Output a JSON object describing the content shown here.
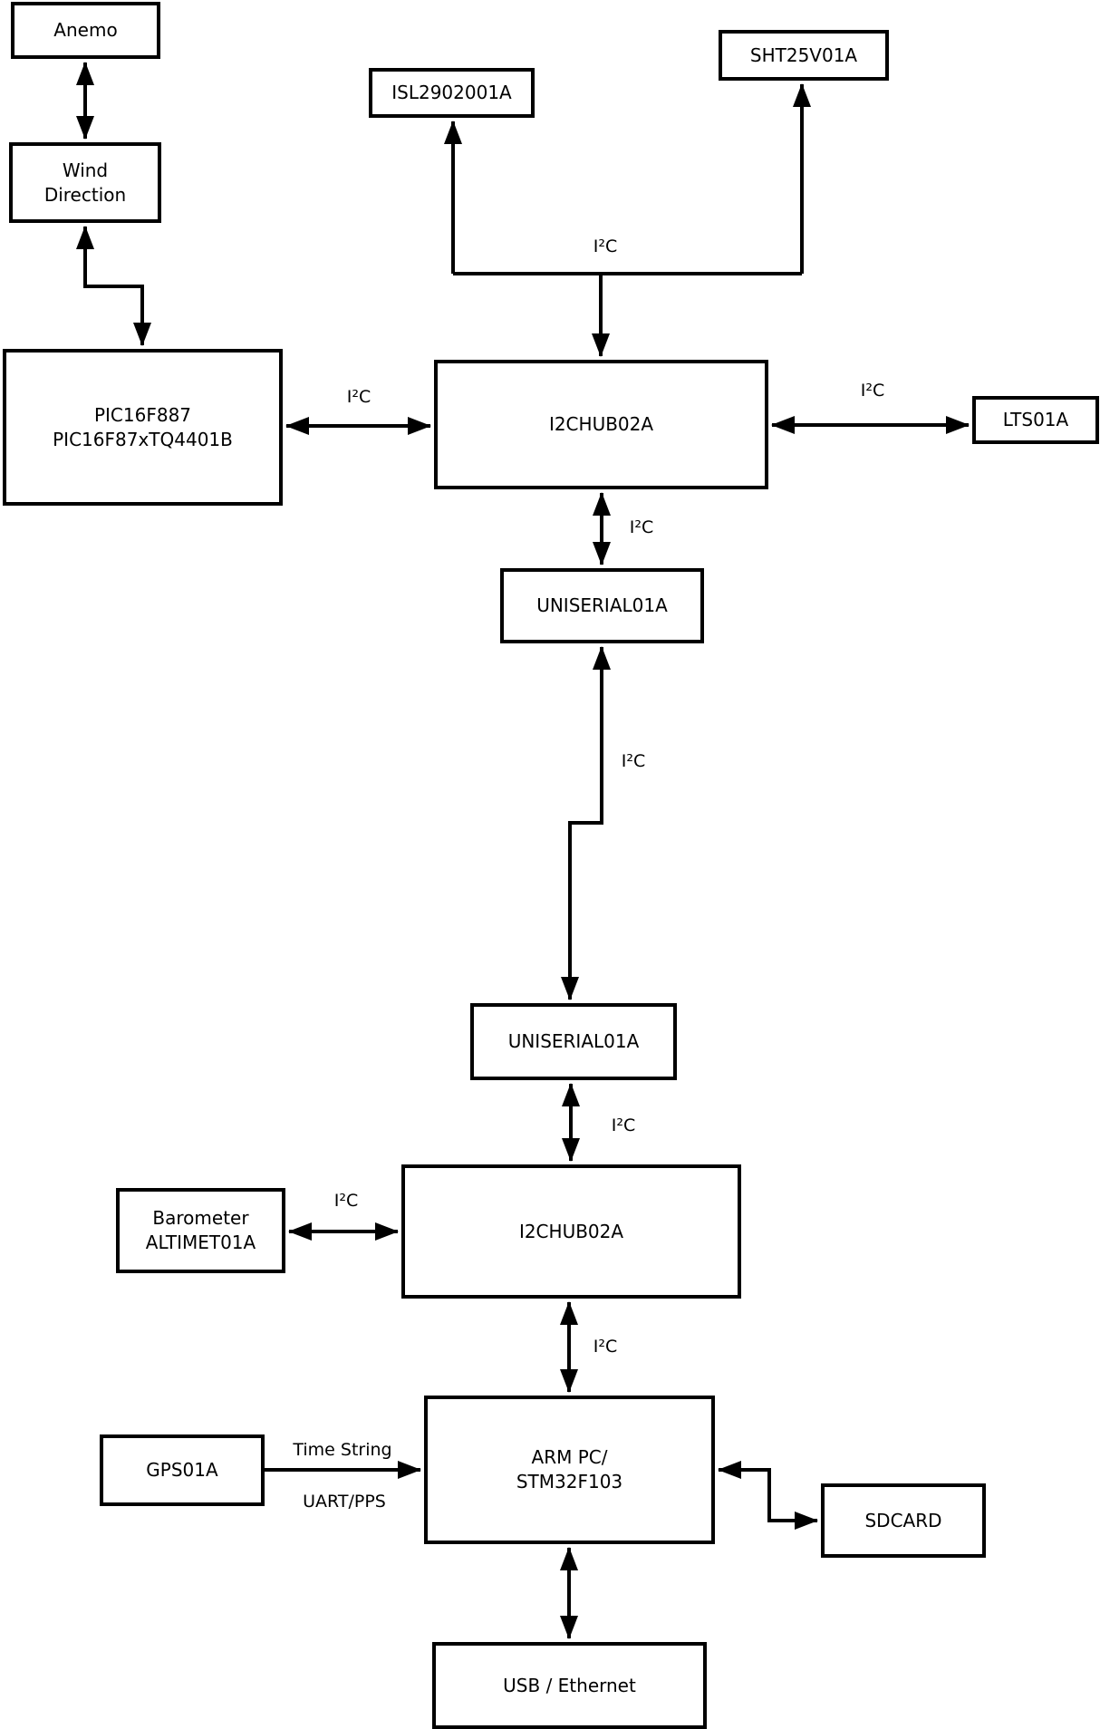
{
  "diagram": {
    "kind": "hardware-block-diagram",
    "colors": {
      "line": "#000000",
      "background": "#ffffff",
      "box_fill": "#ffffff"
    },
    "nodes": {
      "anemo": {
        "label": "Anemo"
      },
      "wind": {
        "line1": "Wind",
        "line2": "Direction"
      },
      "pic": {
        "line1": "PIC16F887",
        "line2": "PIC16F87xTQ4401B"
      },
      "isl": {
        "label": "ISL2902001A"
      },
      "sht": {
        "label": "SHT25V01A"
      },
      "hub1": {
        "label": "I2CHUB02A"
      },
      "lts": {
        "label": "LTS01A"
      },
      "uniserial1": {
        "label": "UNISERIAL01A"
      },
      "uniserial2": {
        "label": "UNISERIAL01A"
      },
      "hub2": {
        "label": "I2CHUB02A"
      },
      "barometer": {
        "line1": "Barometer",
        "line2": "ALTIMET01A"
      },
      "gps": {
        "label": "GPS01A"
      },
      "arm": {
        "line1": "ARM PC/",
        "line2": "STM32F103"
      },
      "sdcard": {
        "label": "SDCARD"
      },
      "usb": {
        "label": "USB / Ethernet"
      }
    },
    "edge_labels": {
      "sensors_bus": "I²C",
      "pic_hub1": "I²C",
      "hub1_lts": "I²C",
      "hub1_uniserial1": "I²C",
      "uniserial_link": "I²C",
      "uniserial2_hub2": "I²C",
      "barometer_hub2": "I²C",
      "hub2_arm": "I²C",
      "gps_arm_top": "Time String",
      "gps_arm_bottom": "UART/PPS"
    }
  }
}
